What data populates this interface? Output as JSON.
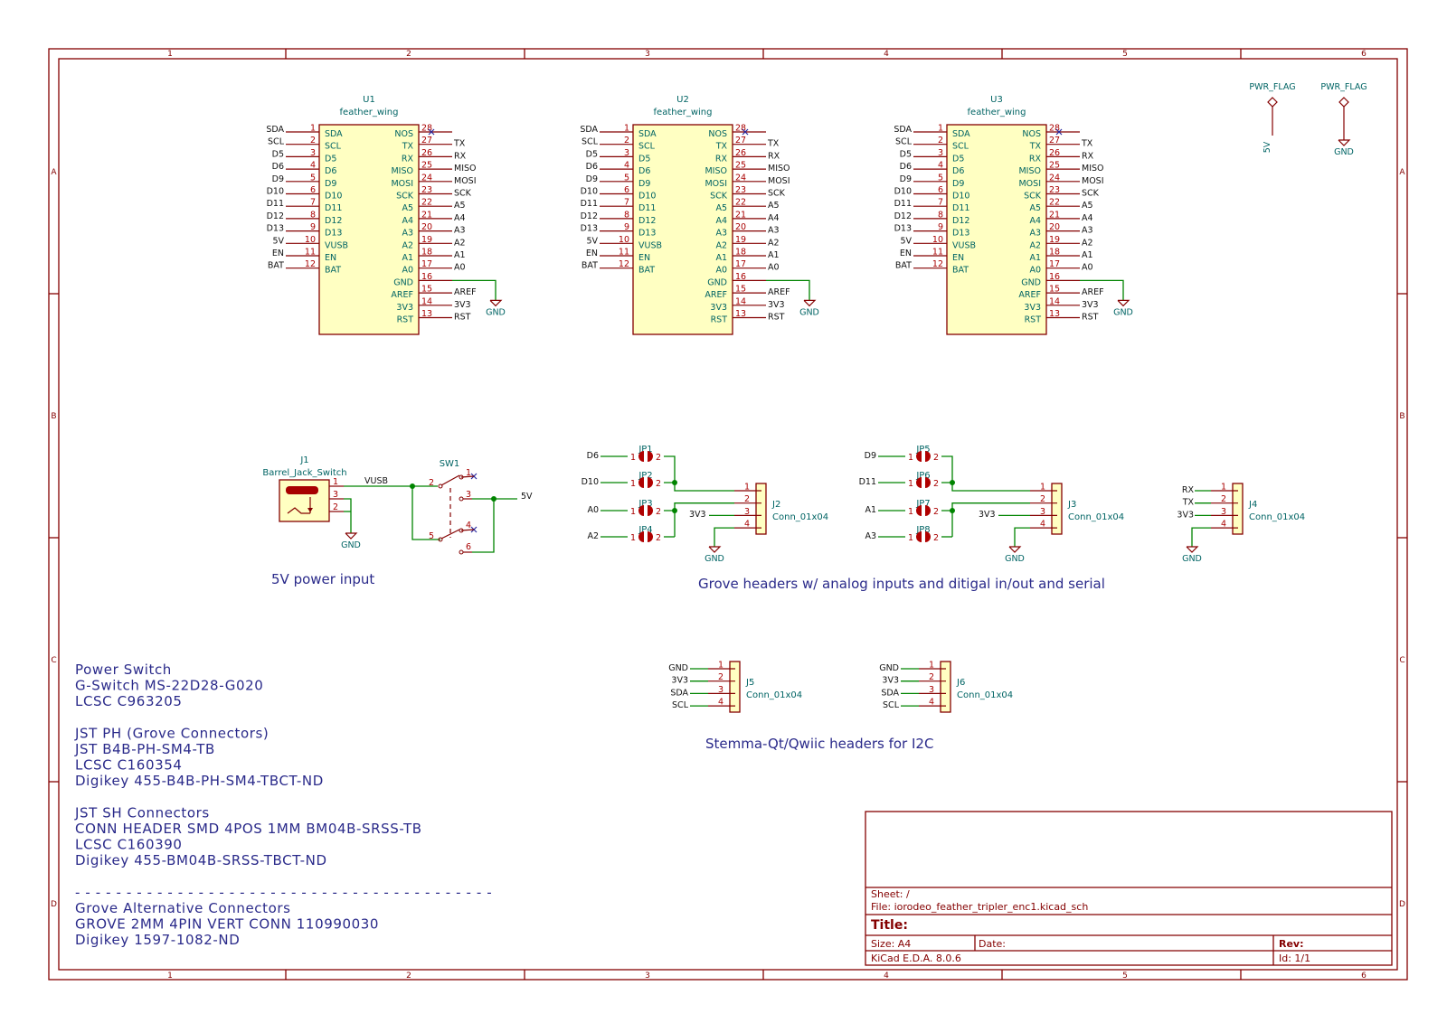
{
  "frame": {
    "col_labels": [
      "1",
      "2",
      "3",
      "4",
      "5",
      "6"
    ],
    "row_labels": [
      "A",
      "B",
      "C",
      "D"
    ]
  },
  "feather_wings": [
    {
      "ref": "U1",
      "value": "feather_wing"
    },
    {
      "ref": "U2",
      "value": "feather_wing"
    },
    {
      "ref": "U3",
      "value": "feather_wing"
    }
  ],
  "feather_left_pins": [
    {
      "net": "SDA",
      "num": "1",
      "name": "SDA"
    },
    {
      "net": "SCL",
      "num": "2",
      "name": "SCL"
    },
    {
      "net": "D5",
      "num": "3",
      "name": "D5"
    },
    {
      "net": "D6",
      "num": "4",
      "name": "D6"
    },
    {
      "net": "D9",
      "num": "5",
      "name": "D9"
    },
    {
      "net": "D10",
      "num": "6",
      "name": "D10"
    },
    {
      "net": "D11",
      "num": "7",
      "name": "D11"
    },
    {
      "net": "D12",
      "num": "8",
      "name": "D12"
    },
    {
      "net": "D13",
      "num": "9",
      "name": "D13"
    },
    {
      "net": "5V",
      "num": "10",
      "name": "VUSB"
    },
    {
      "net": "EN",
      "num": "11",
      "name": "EN"
    },
    {
      "net": "BAT",
      "num": "12",
      "name": "BAT"
    }
  ],
  "feather_right_pins": [
    {
      "name": "NOS",
      "num": "28",
      "net": ""
    },
    {
      "name": "TX",
      "num": "27",
      "net": "TX"
    },
    {
      "name": "RX",
      "num": "26",
      "net": "RX"
    },
    {
      "name": "MISO",
      "num": "25",
      "net": "MISO"
    },
    {
      "name": "MOSI",
      "num": "24",
      "net": "MOSI"
    },
    {
      "name": "SCK",
      "num": "23",
      "net": "SCK"
    },
    {
      "name": "A5",
      "num": "22",
      "net": "A5"
    },
    {
      "name": "A4",
      "num": "21",
      "net": "A4"
    },
    {
      "name": "A3",
      "num": "20",
      "net": "A3"
    },
    {
      "name": "A2",
      "num": "19",
      "net": "A2"
    },
    {
      "name": "A1",
      "num": "18",
      "net": "A1"
    },
    {
      "name": "A0",
      "num": "17",
      "net": "A0"
    },
    {
      "name": "GND",
      "num": "16",
      "net": ""
    },
    {
      "name": "AREF",
      "num": "15",
      "net": "AREF"
    },
    {
      "name": "3V3",
      "num": "14",
      "net": "3V3"
    },
    {
      "name": "RST",
      "num": "13",
      "net": "RST"
    }
  ],
  "gnd_label": "GND",
  "pwr_flags": [
    {
      "label": "PWR_FLAG",
      "net": "5V"
    },
    {
      "label": "PWR_FLAG",
      "net": "GND"
    }
  ],
  "power_input": {
    "jack_ref": "J1",
    "jack_value": "Barrel_Jack_Switch",
    "jack_pins": [
      "1",
      "3",
      "2"
    ],
    "vusb_net": "VUSB",
    "switch_ref": "SW1",
    "switch_pins": [
      "1",
      "2",
      "3",
      "4",
      "5",
      "6"
    ],
    "out_net": "5V",
    "caption": "5V power input"
  },
  "grove_section": {
    "caption": "Grove headers w/ analog inputs and ditigal in/out and serial",
    "groups": [
      {
        "jumpers": [
          {
            "ref": "JP1",
            "net": "D6"
          },
          {
            "ref": "JP2",
            "net": "D10"
          },
          {
            "ref": "JP3",
            "net": "A0"
          },
          {
            "ref": "JP4",
            "net": "A2"
          }
        ],
        "conn_ref": "J2",
        "conn_value": "Conn_01x04",
        "v_net": "3V3"
      },
      {
        "jumpers": [
          {
            "ref": "JP5",
            "net": "D9"
          },
          {
            "ref": "JP6",
            "net": "D11"
          },
          {
            "ref": "JP7",
            "net": "A1"
          },
          {
            "ref": "JP8",
            "net": "A3"
          }
        ],
        "conn_ref": "J3",
        "conn_value": "Conn_01x04",
        "v_net": "3V3"
      }
    ],
    "serial": {
      "conn_ref": "J4",
      "conn_value": "Conn_01x04",
      "nets": [
        "RX",
        "TX",
        "3V3"
      ]
    }
  },
  "stemma_section": {
    "caption": "Stemma-Qt/Qwiic headers for I2C",
    "connectors": [
      {
        "ref": "J5",
        "value": "Conn_01x04",
        "nets": [
          "GND",
          "3V3",
          "SDA",
          "SCL"
        ]
      },
      {
        "ref": "J6",
        "value": "Conn_01x04",
        "nets": [
          "GND",
          "3V3",
          "SDA",
          "SCL"
        ]
      }
    ]
  },
  "connector_pin_numbers": [
    "1",
    "2",
    "3",
    "4"
  ],
  "jumper_pin_numbers": [
    "1",
    "2"
  ],
  "notes": [
    "Power Switch",
    "G-Switch MS-22D28-G020",
    "LCSC C963205",
    "",
    "JST PH (Grove Connectors)",
    "JST B4B-PH-SM4-TB",
    "LCSC C160354",
    "Digikey 455-B4B-PH-SM4-TBCT-ND",
    "",
    "JST SH Connectors",
    "CONN HEADER SMD 4POS 1MM BM04B-SRSS-TB",
    "LCSC C160390",
    "Digikey 455-BM04B-SRSS-TBCT-ND",
    "",
    "- - - - - - - - - - - - - - - - - - - - - - - - - - - - - - - - - - - - - - - - -",
    "Grove Alternative Connectors",
    "GROVE 2MM 4PIN VERT CONN 110990030",
    "Digikey 1597-1082-ND"
  ],
  "title_block": {
    "sheet": "Sheet: /",
    "file": "File: iorodeo_feather_tripler_enc1.kicad_sch",
    "title": "Title:",
    "size": "Size: A4",
    "date": "Date:",
    "rev": "Rev:",
    "tool": "KiCad E.D.A. 8.0.6",
    "id": "Id: 1/1"
  },
  "colors": {
    "border": "#840000",
    "wire": "#008400",
    "symbol_fill": "#ffffc2",
    "text_teal": "#006464",
    "notes": "#2a2a8a"
  }
}
